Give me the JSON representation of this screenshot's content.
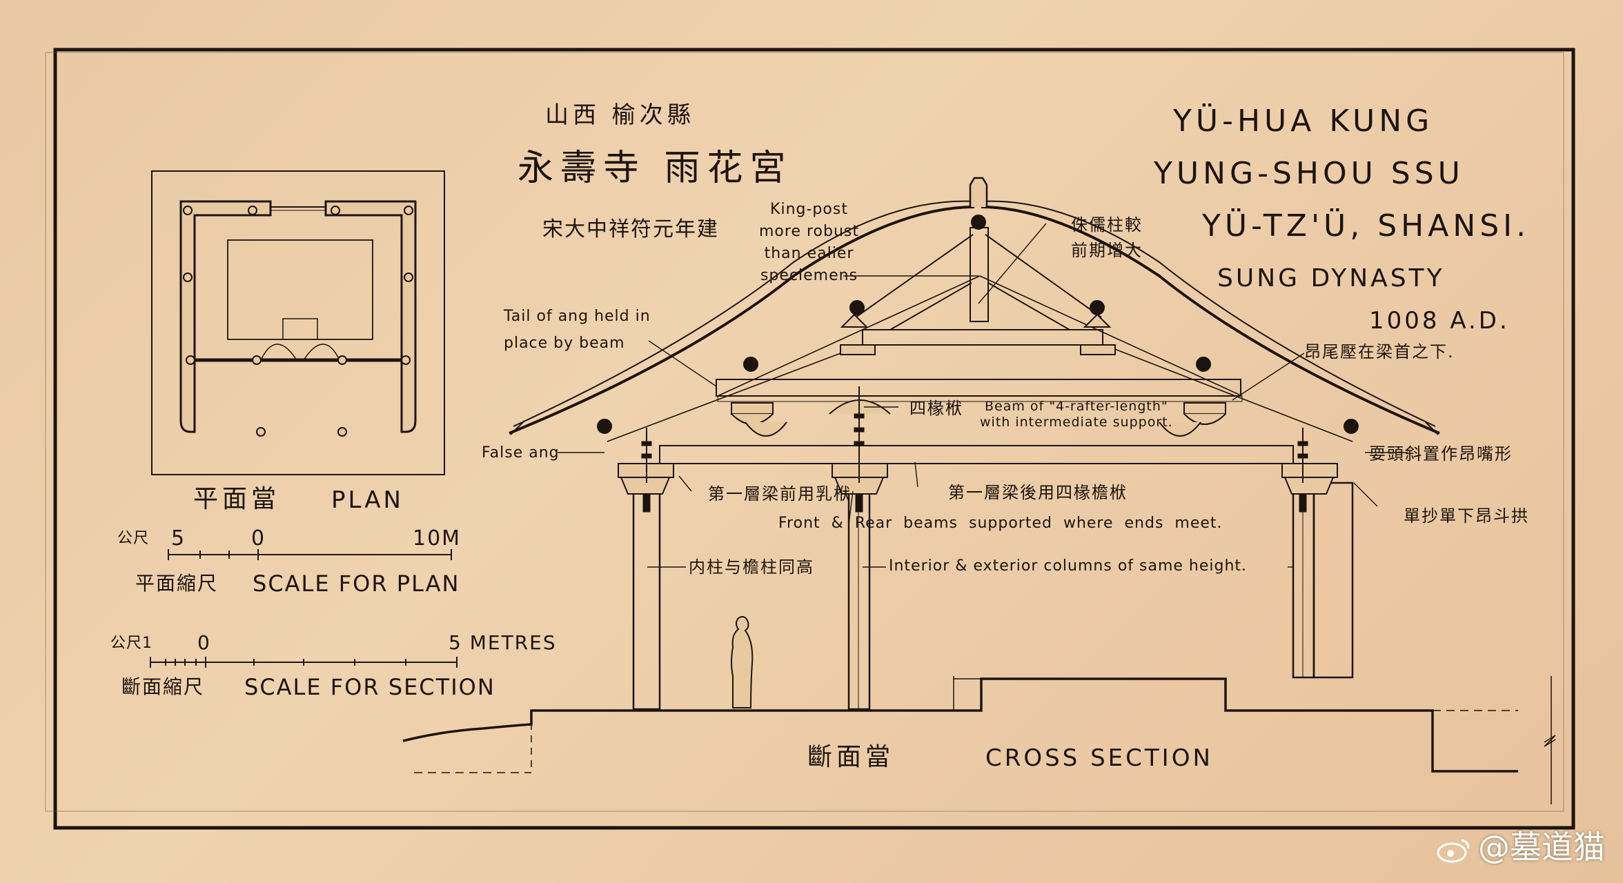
{
  "header": {
    "cn_line1": "山西 榆次縣",
    "cn_line2": "永壽寺 雨花宮",
    "cn_line3": "宋大中祥符元年建",
    "en_line1": "YÜ-HUA KUNG",
    "en_line2": "YUNG-SHOU SSU",
    "en_line3": "YÜ-TZ'Ü, SHANSI.",
    "en_line4": "SUNG DYNASTY",
    "en_line5": "1008 A.D."
  },
  "plan": {
    "title_cn": "平面當",
    "title_en": "PLAN",
    "scale_prefix": "公尺",
    "scale_left": "5",
    "scale_zero": "0",
    "scale_right": "10M",
    "scale_label_cn": "平面縮尺",
    "scale_label_en": "SCALE FOR PLAN"
  },
  "section_scale": {
    "prefix": "公尺1",
    "zero": "0",
    "right": "5 METRES",
    "label_cn": "斷面縮尺",
    "label_en": "SCALE FOR SECTION"
  },
  "section": {
    "title_cn": "斷面當",
    "title_en": "CROSS SECTION"
  },
  "annotations": {
    "king_post": "King-post\nmore robust\nthan ealier\nspeciemens",
    "king_post_cn": "侏儒柱較\n前期增大",
    "tail_ang": "Tail of ang held in\nplace by beam",
    "ang_tail_cn": "昂尾壓在梁首之下.",
    "beam_4_cn": "四椽栿",
    "beam_4_en": "Beam of \"4-rafter-length\"\nwith intermediate support.",
    "false_ang": "False ang",
    "false_ang_cn": "耍頭斜置作昂嘴形",
    "first_front_cn": "第一層梁前用乳栿",
    "first_rear_cn": "第一層梁後用四椽檐栿",
    "bracket_cn": "單抄單下昂斗拱",
    "front_rear": "Front &  Rear beams supported where ends meet.",
    "columns_cn": "内柱与檐柱同高",
    "columns_en": "Interior & exterior columns of same height."
  },
  "watermark": "@墓道猫",
  "colors": {
    "paper": "#ecccA5",
    "ink": "#1c140e"
  }
}
